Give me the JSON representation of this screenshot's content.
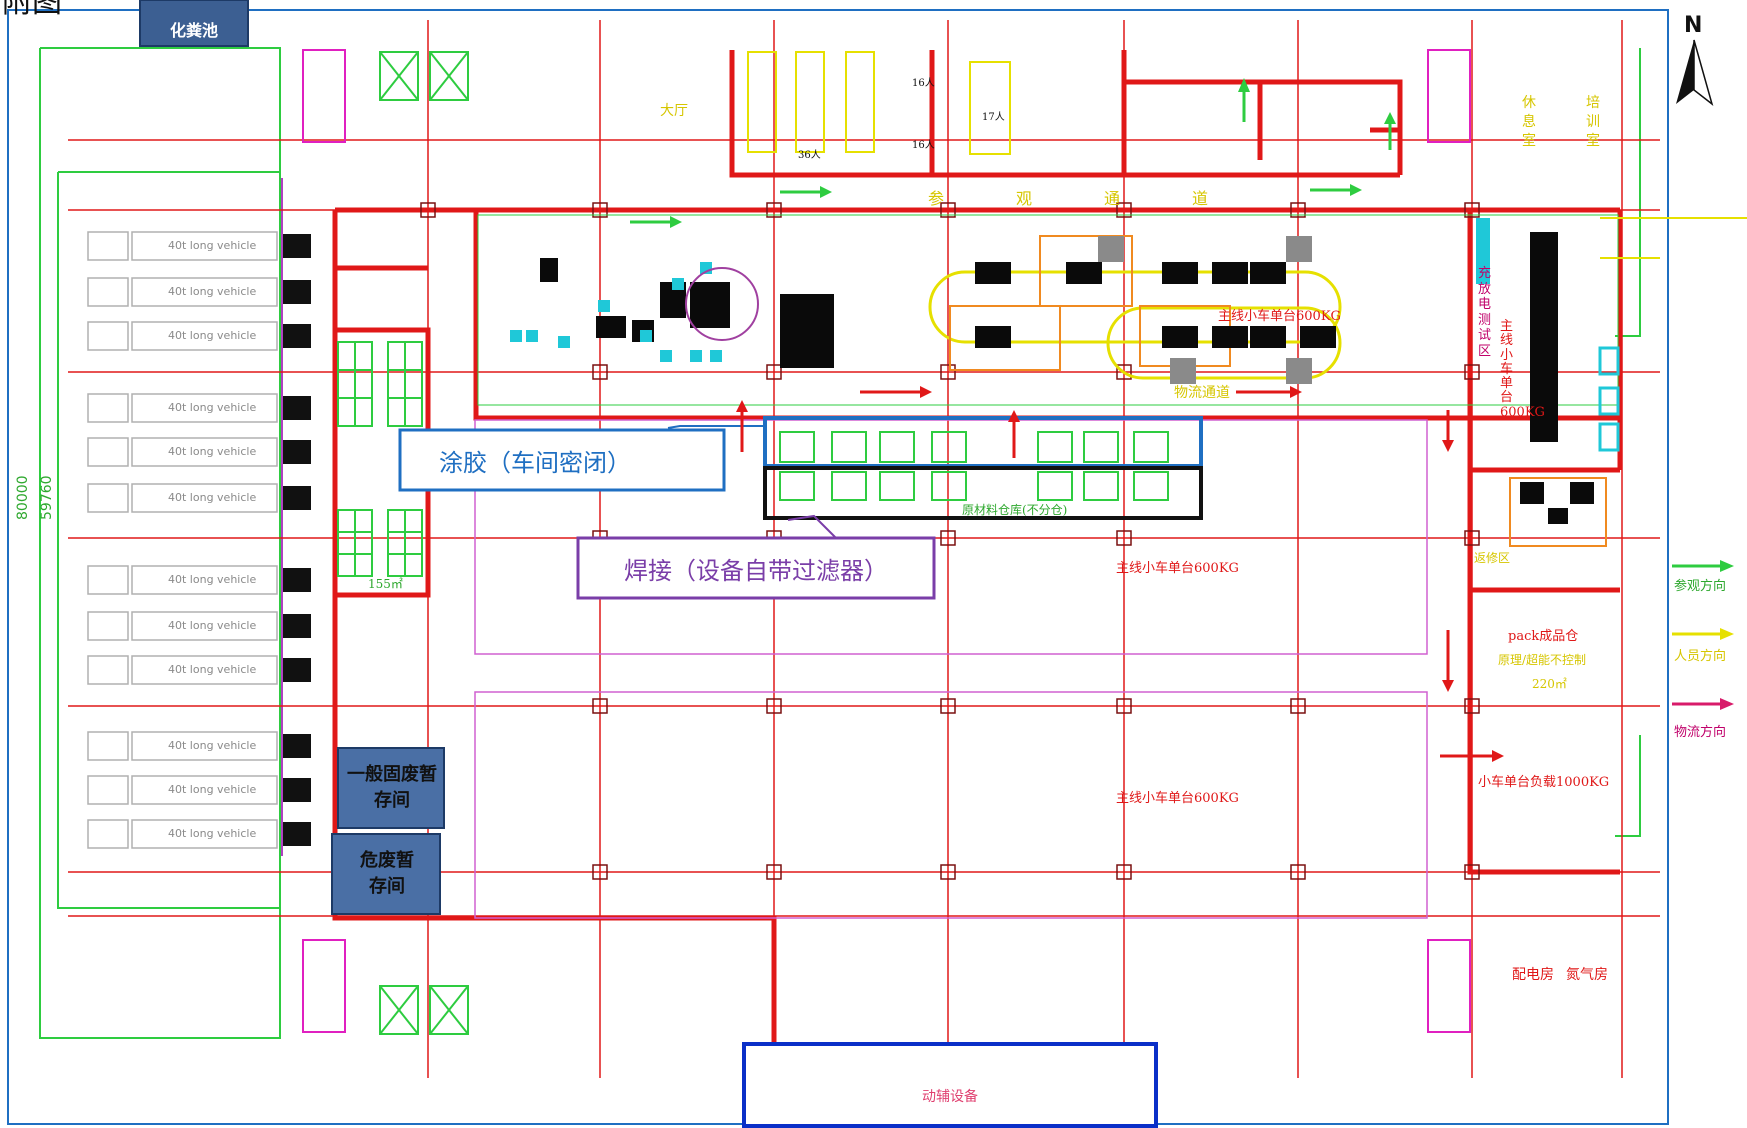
{
  "header": {
    "top_left_caption": "附图",
    "septic_tank": "化粪池"
  },
  "compass": {
    "north": "N"
  },
  "dimensions": {
    "outer": "80000",
    "inner": "59760"
  },
  "rooms": {
    "hall": "大厅",
    "rest_room": "休息室",
    "training_room": "培训室",
    "distribution_room": "配电房",
    "nitrogen_room": "氮气房",
    "general_solid_waste": "一般固废暂存间",
    "hazardous_waste": "危废暂存间",
    "power_equipment": "动辅设备",
    "pack_warehouse": "pack成品仓",
    "pack_note": "原理/超能不控制",
    "pack_area": "220㎡",
    "repair_area": "返修区",
    "charge_test": "充放电测试区",
    "line_load_vertical": "主线小车单台600KG"
  },
  "capacities": {
    "cap_36": "36人",
    "cap_16a": "16人",
    "cap_16b": "16人",
    "cap_17": "17人"
  },
  "aisle": {
    "chars": [
      "参",
      "观",
      "通",
      "道"
    ],
    "logistics": "物流通道"
  },
  "zones": {
    "line_load_1": "主线小车单台600KG",
    "line_load_2": "主线小车单台600KG",
    "line_load_3": "主线小车单台600KG",
    "cart_load": "小车单台负载1000KG",
    "material_warehouse": "原材料仓库(不分仓)",
    "area_155": "155㎡"
  },
  "callouts": {
    "glue": "涂胶（车间密闭）",
    "welding": "焊接（设备自带过滤器）"
  },
  "legend": {
    "visit_direction": "参观方向",
    "staff_direction": "人员方向",
    "logistics_direction": "物流方向"
  },
  "vehicles": {
    "label": "40t long vehicle"
  },
  "colors": {
    "wall": "#e01818",
    "green_line": "#2ecc40",
    "blue_box": "#1f6fc2",
    "purple_box": "#7a3ea8",
    "navy_box": "#2f4f7f",
    "yellow": "#e6e000",
    "magenta": "#d81b9a"
  }
}
